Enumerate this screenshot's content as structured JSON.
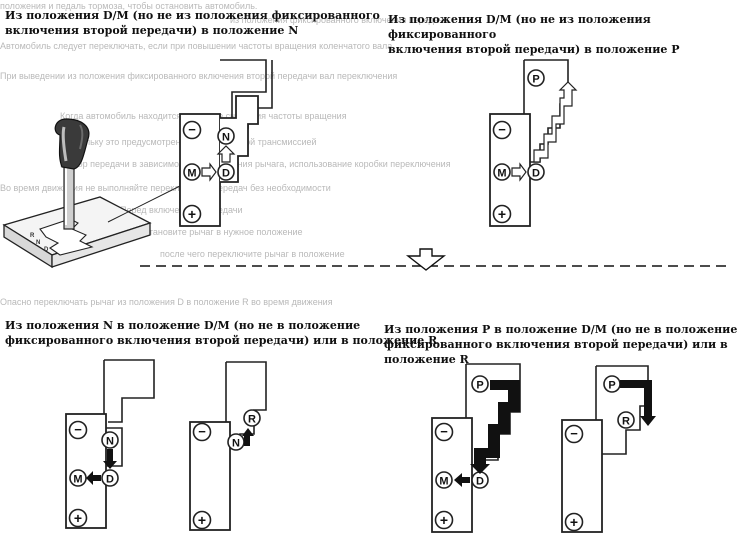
{
  "captions": {
    "top_left": [
      "Из положения D/M (но не из положения фиксированного",
      "включения второй передачи) в положение N"
    ],
    "top_right": [
      "Из положения D/M (но не из положения фиксированного",
      "включения второй передачи) в положение P"
    ],
    "bottom_left": [
      "Из положения N в положение D/M (но не в положение",
      "фиксированного включения второй передачи) или в положение R"
    ],
    "bottom_right": [
      "Из положения P в положение D/M (но не в положение",
      "фиксированного включения второй передачи) или в положение R"
    ]
  },
  "gate_labels": {
    "park": "P",
    "reverse": "R",
    "neutral": "N",
    "drive": "D",
    "manual": "M",
    "minus": "−",
    "plus": "+"
  },
  "bleed_through": [
    "положения и педаль тормоза, чтобы остановить автомобиль.",
    "из положения фиксированного включения передачи",
    "Автомобиль следует переключать, если при повышении частоты вращения коленчатого вала",
    "При выведении из положения фиксированного включения второй передачи вал переключения",
    "Когда автомобиль находится в режиме снижения частоты вращения",
    "Поскольку это предусмотрено автоматической трансмиссией",
    "Выбор передачи в зависимости от положения рычага, использование коробки переключения",
    "Во время движения не выполняйте переключения передач без необходимости",
    "Перед включением передачи",
    "установите рычаг в нужное положение",
    "после чего переключите рычаг в положение",
    "Опасно переключать рычаг из положения D в положение R во время движения"
  ]
}
